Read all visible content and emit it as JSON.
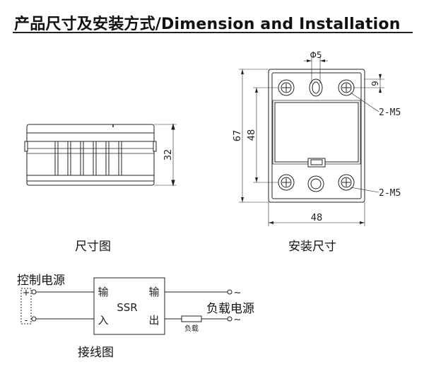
{
  "header": {
    "title": "产品尺寸及安装方式/Dimension and  Installation"
  },
  "side_view": {
    "caption": "尺寸图",
    "height_dim": "32"
  },
  "front_view": {
    "caption": "安装尺寸",
    "hole_dim": "Φ5",
    "top_offset_dim": "9",
    "width_dim": "48",
    "overall_height_dim": "67",
    "inner_height_dim": "48",
    "screw_top_label": "2-M5",
    "screw_bottom_label": "2-M5"
  },
  "wiring": {
    "caption": "接线图",
    "control_power_label": "控制电源",
    "plus_sign": "+",
    "minus_sign": "-",
    "input_top": "输",
    "input_bottom": "入",
    "output_top": "输",
    "output_bottom": "出",
    "device_label": "SSR",
    "load_power_label": "负载电源",
    "ac_symbol_top": "~",
    "ac_symbol_bottom": "~",
    "load_label": "负载"
  }
}
